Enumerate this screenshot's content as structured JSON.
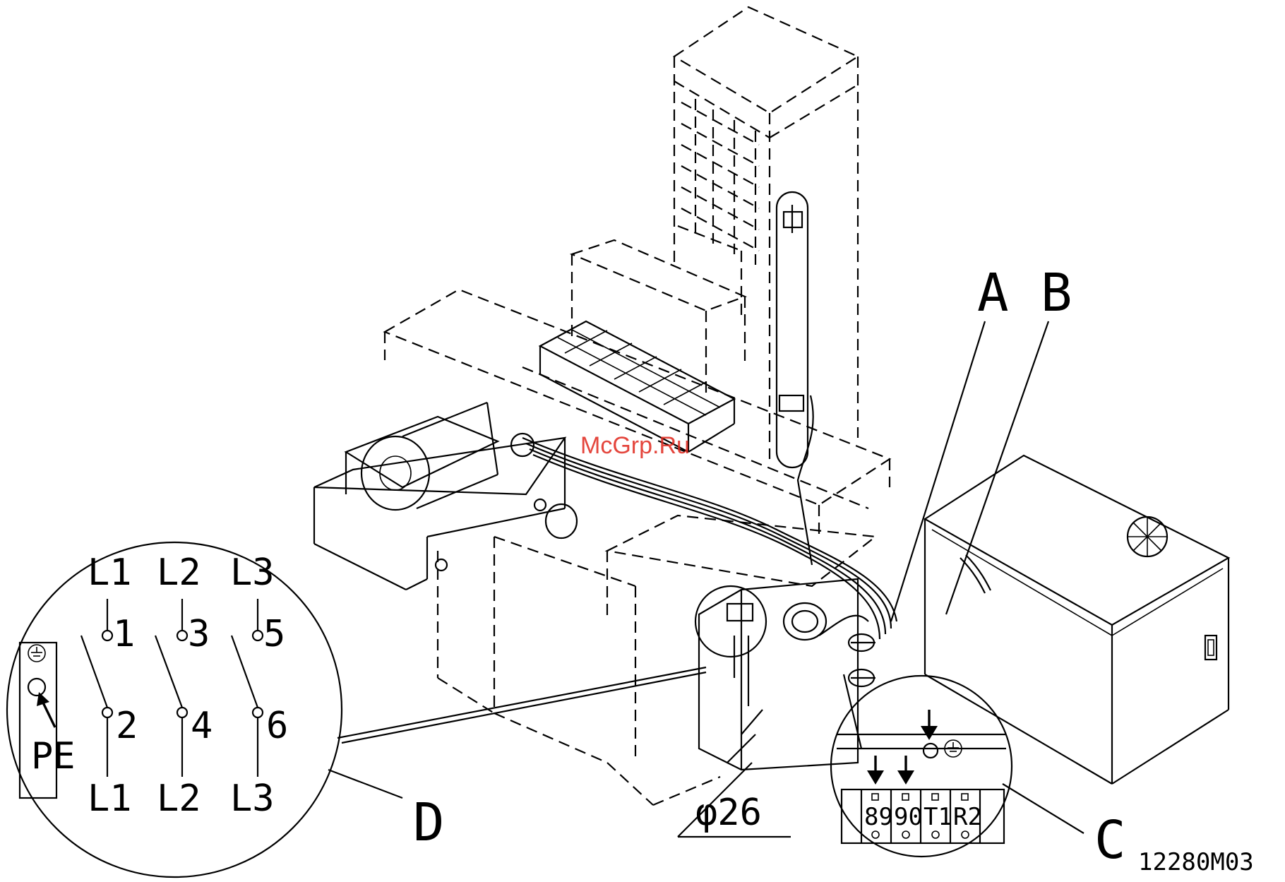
{
  "callouts": {
    "a": "A",
    "b": "B",
    "c": "C",
    "d": "D"
  },
  "diameter_label": "φ26",
  "drawing_number": "12280M03",
  "watermark": "McGrp.Ru",
  "detail_d": {
    "top_labels": [
      "L1",
      "L2",
      "L3"
    ],
    "top_terminals": [
      "1",
      "3",
      "5"
    ],
    "bottom_terminals": [
      "2",
      "4",
      "6"
    ],
    "bottom_labels": [
      "L1",
      "L2",
      "L3"
    ],
    "ground_label": "PE"
  },
  "detail_c": {
    "terminals": [
      "89",
      "90",
      "T1",
      "R2"
    ]
  }
}
